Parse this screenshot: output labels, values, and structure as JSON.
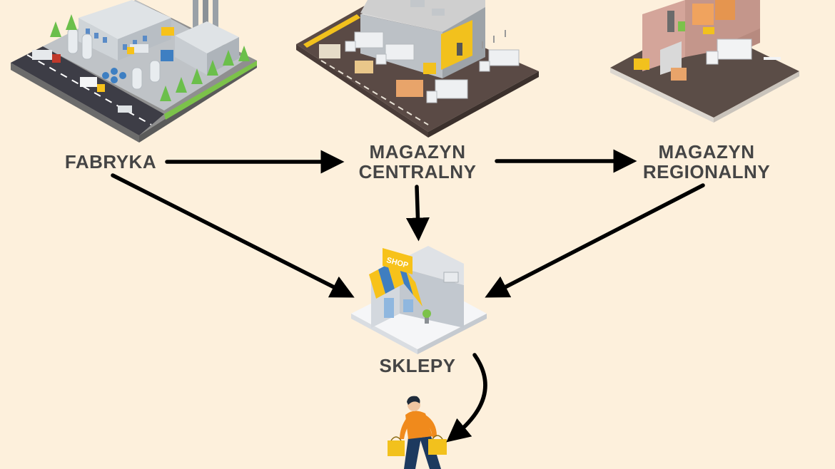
{
  "nodes": {
    "factory": {
      "label": "FABRYKA"
    },
    "central_warehouse": {
      "label_line1": "MAGAZYN",
      "label_line2": "CENTRALNY"
    },
    "regional_warehouse": {
      "label_line1": "MAGAZYN",
      "label_line2": "REGIONALNY"
    },
    "shops": {
      "label": "SKLEPY",
      "sign": "SHOP"
    }
  },
  "edges": [
    {
      "from": "factory",
      "to": "central_warehouse"
    },
    {
      "from": "central_warehouse",
      "to": "regional_warehouse"
    },
    {
      "from": "central_warehouse",
      "to": "shops"
    },
    {
      "from": "factory",
      "to": "shops"
    },
    {
      "from": "regional_warehouse",
      "to": "shops"
    },
    {
      "from": "shops",
      "to": "customer"
    }
  ],
  "colors": {
    "background": "#fdf0dc",
    "text": "#454545",
    "arrow": "#000000",
    "accent_yellow": "#f7c21a",
    "accent_blue": "#3f7ec0",
    "accent_orange": "#f08a1c"
  },
  "icons": {
    "factory": "isometric-factory-illustration",
    "central_warehouse": "isometric-central-warehouse-illustration",
    "regional_warehouse": "isometric-regional-warehouse-illustration",
    "shops": "isometric-shop-illustration",
    "customer": "shopper-with-bags-illustration"
  }
}
